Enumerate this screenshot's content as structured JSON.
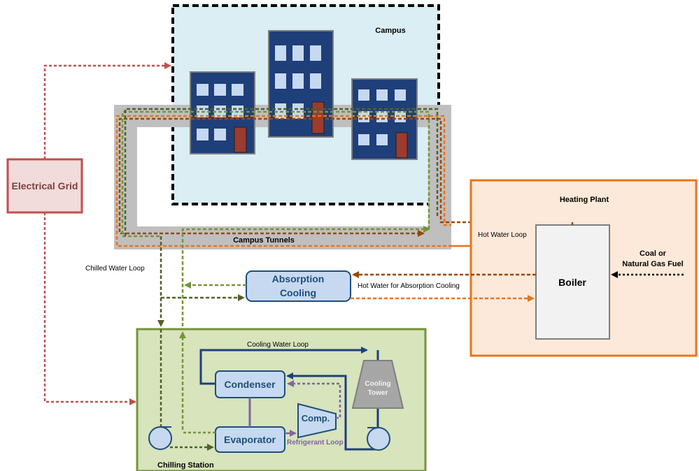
{
  "labels": {
    "campus": "Campus",
    "campus_tunnels": "Campus Tunnels",
    "electrical_grid": "Electrical Grid",
    "heating_plant": "Heating Plant",
    "boiler": "Boiler",
    "fuel_line1": "Coal or",
    "fuel_line2": "Natural Gas Fuel",
    "hot_water_loop": "Hot Water Loop",
    "chilled_water_loop": "Chilled Water Loop",
    "absorption_line1": "Absorption",
    "absorption_line2": "Cooling",
    "hot_water_absorption": "Hot Water for Absorption Cooling",
    "cooling_water_loop": "Cooling Water Loop",
    "condenser": "Condenser",
    "evaporator": "Evaporator",
    "comp": "Comp.",
    "cooling_tower_line1": "Cooling",
    "cooling_tower_line2": "Tower",
    "refrigerant_loop": "Refrigerant Loop",
    "chilling_station": "Chilling Station"
  },
  "colors": {
    "campus_fill": "#daeef3",
    "building": "#1f3f7a",
    "window": "#c6d9f1",
    "door": "#9c3b2e",
    "tunnel": "#bfbfbf",
    "grid_line": "#c0504d",
    "grid_fill": "#f2dcdb",
    "hot_water": "#e8751a",
    "hot_return": "#974806",
    "chilled_dark": "#4f6228",
    "chilled_light": "#77933c",
    "heating_fill": "#fde9d9",
    "chilling_fill": "#d7e4bc",
    "component_fill": "#c6d9f1",
    "component_border": "#1f4e79",
    "refrigerant": "#8064a2",
    "cooling_water": "#1f3f7a",
    "tower": "#a6a6a6"
  }
}
